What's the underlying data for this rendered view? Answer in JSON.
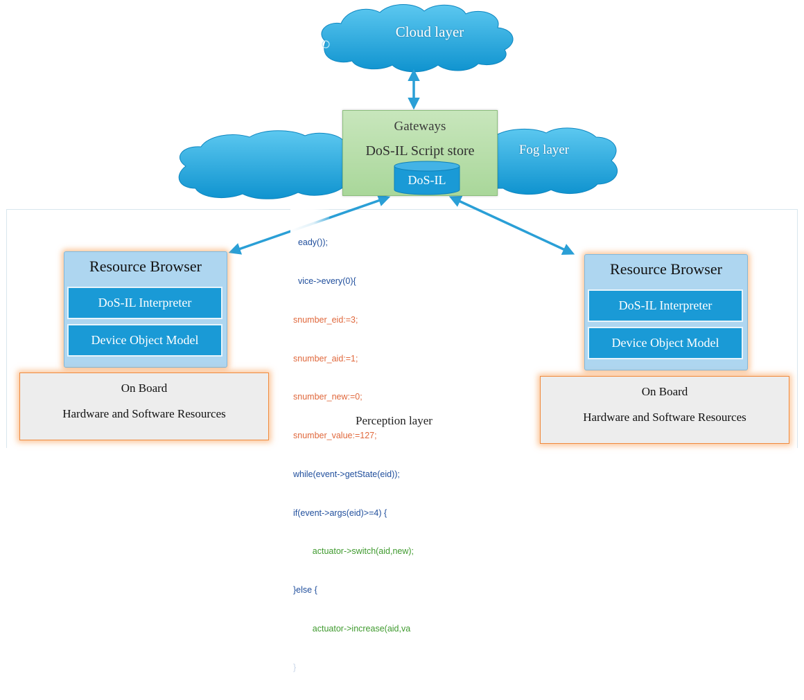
{
  "layers": {
    "cloud": "Cloud layer",
    "fog": "Fog layer",
    "perception": "Perception layer"
  },
  "gateway": {
    "title": "Gateways",
    "store": "DoS-IL Script store",
    "db": "DoS-IL"
  },
  "code": {
    "lines": [
      "  eady());",
      "  vice->every(0){",
      "snumber_eid:=3;",
      "snumber_aid:=1;",
      "snumber_new:=0;",
      "snumber_value:=127;",
      "while(event->getState(eid));",
      "if(event->args(eid)>=4) {",
      "        actuator->switch(aid,new);",
      "}else {",
      "        actuator->increase(aid,va",
      "}"
    ]
  },
  "nodes": {
    "left": {
      "title": "Resource Browser",
      "interpreter": "DoS-IL Interpreter",
      "dom": "Device Object Model",
      "onboard_line1": "On Board",
      "onboard_line2": "Hardware and Software Resources"
    },
    "right": {
      "title": "Resource Browser",
      "interpreter": "DoS-IL Interpreter",
      "dom": "Device Object Model",
      "onboard_line1": "On Board",
      "onboard_line2": "Hardware and Software Resources"
    }
  },
  "colors": {
    "cloud": "#1ea7dd",
    "arrow": "#2a9fd6",
    "gateway": "#b5dca6",
    "module": "#1a9ad6",
    "browser_panel": "#aed6f0",
    "glow": "#f89646"
  }
}
